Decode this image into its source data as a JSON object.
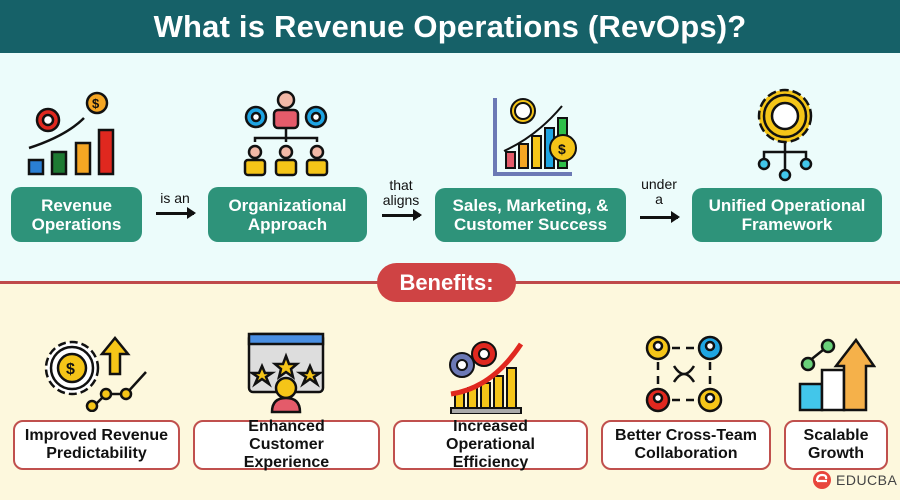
{
  "header": {
    "title": "What is Revenue Operations (RevOps)?"
  },
  "definition": {
    "steps": [
      {
        "label": "Revenue Operations",
        "icon": "revenue-growth-chart-icon"
      },
      {
        "label": "Organizational Approach",
        "icon": "org-hierarchy-icon"
      },
      {
        "label": "Sales, Marketing, & Customer Success",
        "icon": "sales-chart-customer-icon"
      },
      {
        "label": "Unified Operational Framework",
        "icon": "gear-network-icon"
      }
    ],
    "connectors": [
      "is an",
      "that aligns",
      "under a"
    ]
  },
  "benefits": {
    "title": "Benefits:",
    "items": [
      {
        "label": "Improved Revenue Predictability",
        "icon": "dollar-gear-growth-icon"
      },
      {
        "label": "Enhanced Customer Experience",
        "icon": "customer-rating-icon"
      },
      {
        "label": "Increased Operational Efficiency",
        "icon": "efficiency-chart-icon"
      },
      {
        "label": "Better Cross-Team Collaboration",
        "icon": "team-collaboration-icon"
      },
      {
        "label": "Scalable Growth",
        "icon": "scalable-growth-icon"
      }
    ]
  },
  "brand": {
    "name": "EDUCBA"
  },
  "colors": {
    "header": "#166168",
    "green_box": "#2e937a",
    "red_accent": "#cf4344",
    "top_bg": "#ecfcfb",
    "bottom_bg": "#fdf8dd"
  }
}
